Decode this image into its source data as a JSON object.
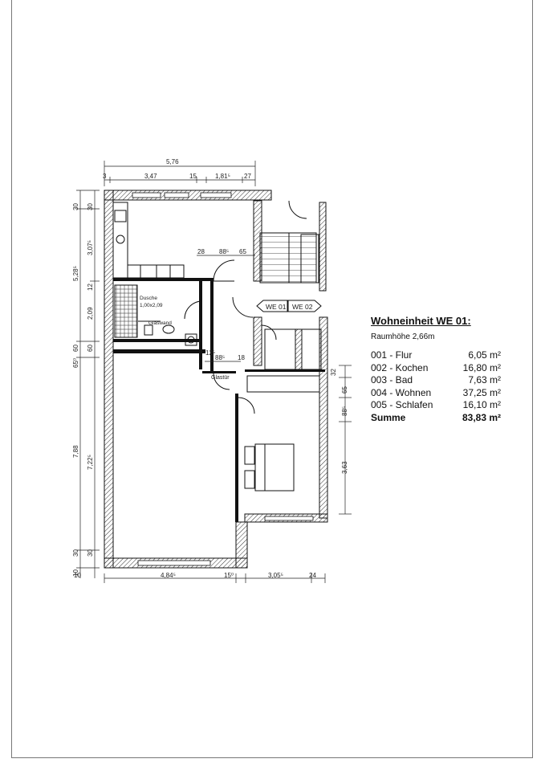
{
  "legend": {
    "title": "Wohneinheit WE 01:",
    "height": "Raumhöhe 2,66m",
    "rooms": [
      {
        "name": "001 - Flur",
        "area": "6,05 m²"
      },
      {
        "name": "002 - Kochen",
        "area": "16,80 m²"
      },
      {
        "name": "003 - Bad",
        "area": "7,63 m²"
      },
      {
        "name": "004 - Wohnen",
        "area": "37,25 m²"
      },
      {
        "name": "005 - Schlafen",
        "area": "16,10 m²"
      }
    ],
    "sum_label": "Summe",
    "sum_value": "83,83 m²"
  },
  "plan": {
    "dim_top_total": "5,76",
    "dim_top_parts": [
      "3",
      "3,47",
      "15",
      "1,81⁵",
      "27"
    ],
    "dim_bottom_parts": [
      "10",
      "4,84⁵",
      "15⁰",
      "3,05⁵",
      "24"
    ],
    "dim_left_outer": [
      "30",
      "5,28⁵",
      "60",
      "65⁰",
      "7,88",
      "30",
      "10"
    ],
    "dim_left_inner": [
      "30",
      "3,07⁵",
      "12",
      "2,09",
      "60",
      "7,22⁵",
      "30"
    ],
    "dim_right": [
      "32",
      "65",
      "88⁵",
      "3,63"
    ],
    "door_dims_1": [
      "28",
      "88⁵",
      "65"
    ],
    "door_dims_2": [
      "12⁵",
      "88⁵",
      "18"
    ],
    "labels": {
      "shower": "Dusche",
      "shower_size": "1,00x2,09",
      "glass_wall": "Glaswand",
      "glass_door": "Glastür",
      "unit_left": "WE 01",
      "unit_right": "WE 02"
    }
  }
}
